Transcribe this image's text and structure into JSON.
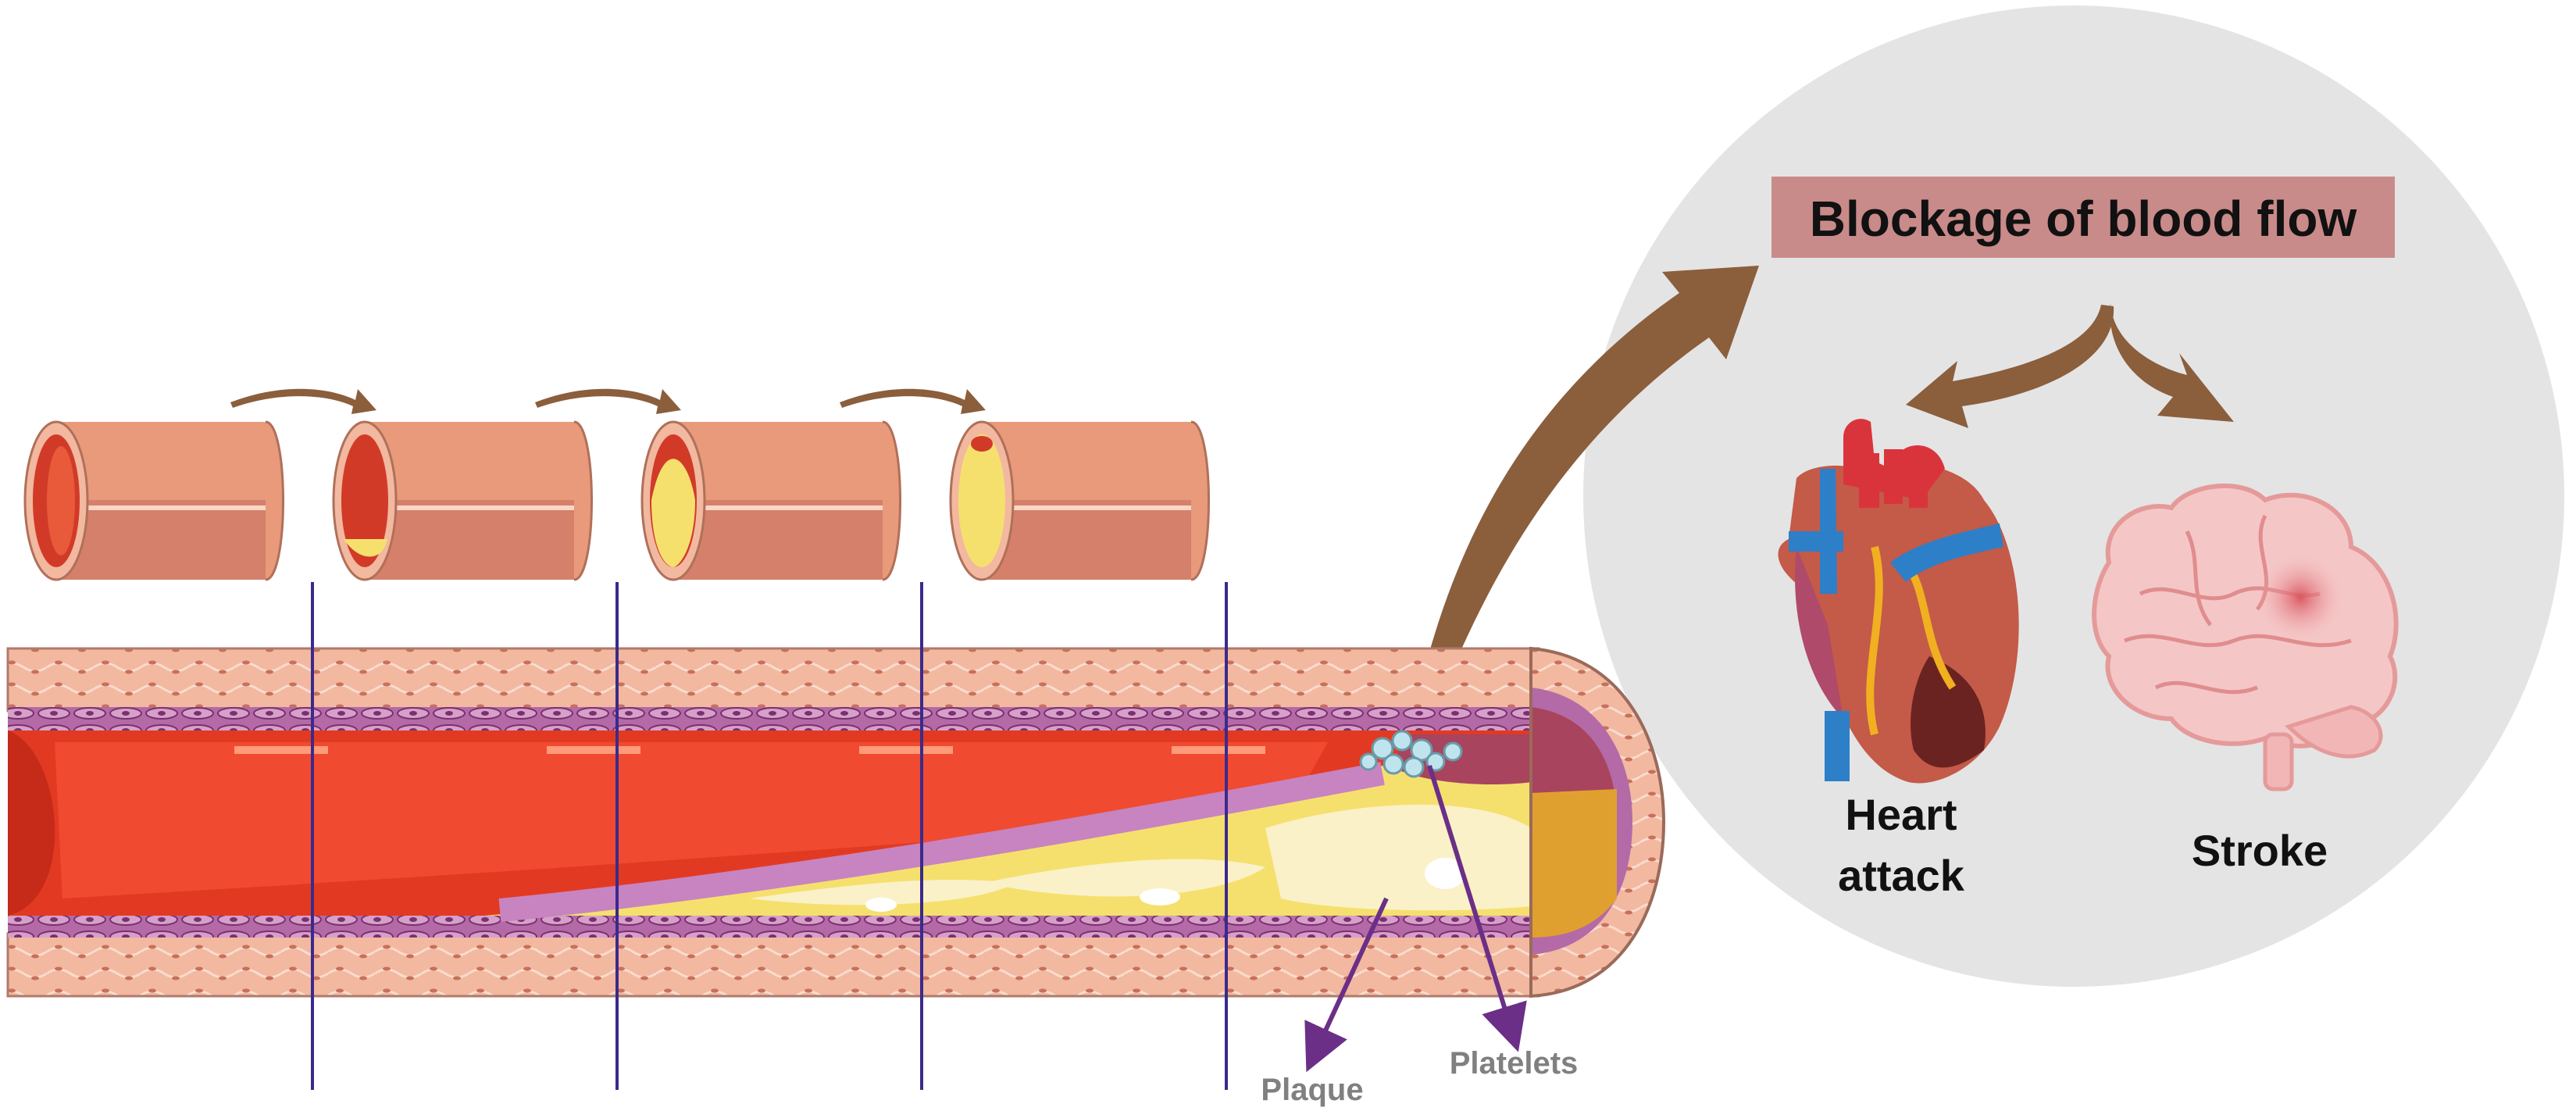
{
  "diagram": {
    "circle_title": "Blockage of blood flow",
    "outcomes": [
      {
        "name": "heart",
        "label_line1": "Heart",
        "label_line2": "attack"
      },
      {
        "name": "brain",
        "label_line1": "Stroke"
      }
    ],
    "annotations": {
      "plaque": "Plaque",
      "platelets": "Platelets"
    },
    "stages_count": 4
  },
  "colors": {
    "circle_bg": "#e4e4e4",
    "title_box": "#c98a8a",
    "arrow_brown": "#8b5e3c",
    "vessel_wall": "#e89a7a",
    "blood": "#e53a24",
    "plaque": "#f7e07a",
    "pointer_purple": "#6b2f87",
    "divider": "#3b2a8a",
    "annotation_text": "#808080"
  }
}
